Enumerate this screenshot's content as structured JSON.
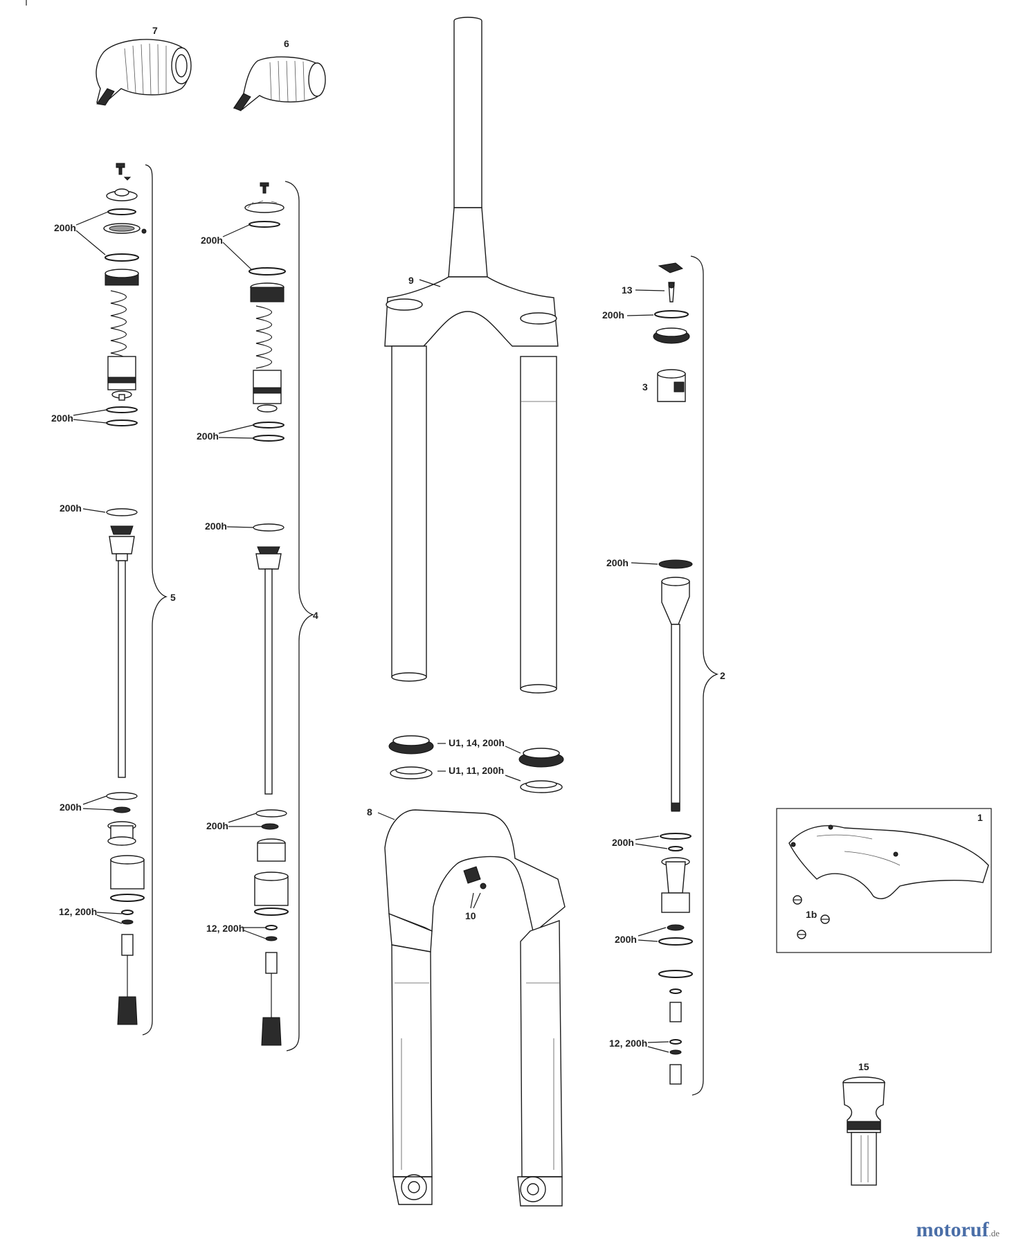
{
  "diagram": {
    "labels": {
      "p7": "7",
      "p6": "6",
      "p9": "9",
      "p13": "13",
      "p3": "3",
      "p5": "5",
      "p4": "4",
      "p2": "2",
      "p8": "8",
      "p10": "10",
      "p1": "1",
      "p1b": "1b",
      "p15": "15",
      "seal_wiper": "U1, 14, 200h",
      "foam_ring": "U1, 11, 200h",
      "oring": "200h",
      "shaft_seal": "12, 200h"
    }
  },
  "watermark": {
    "brand": "motoruf",
    "tld": ".de"
  }
}
